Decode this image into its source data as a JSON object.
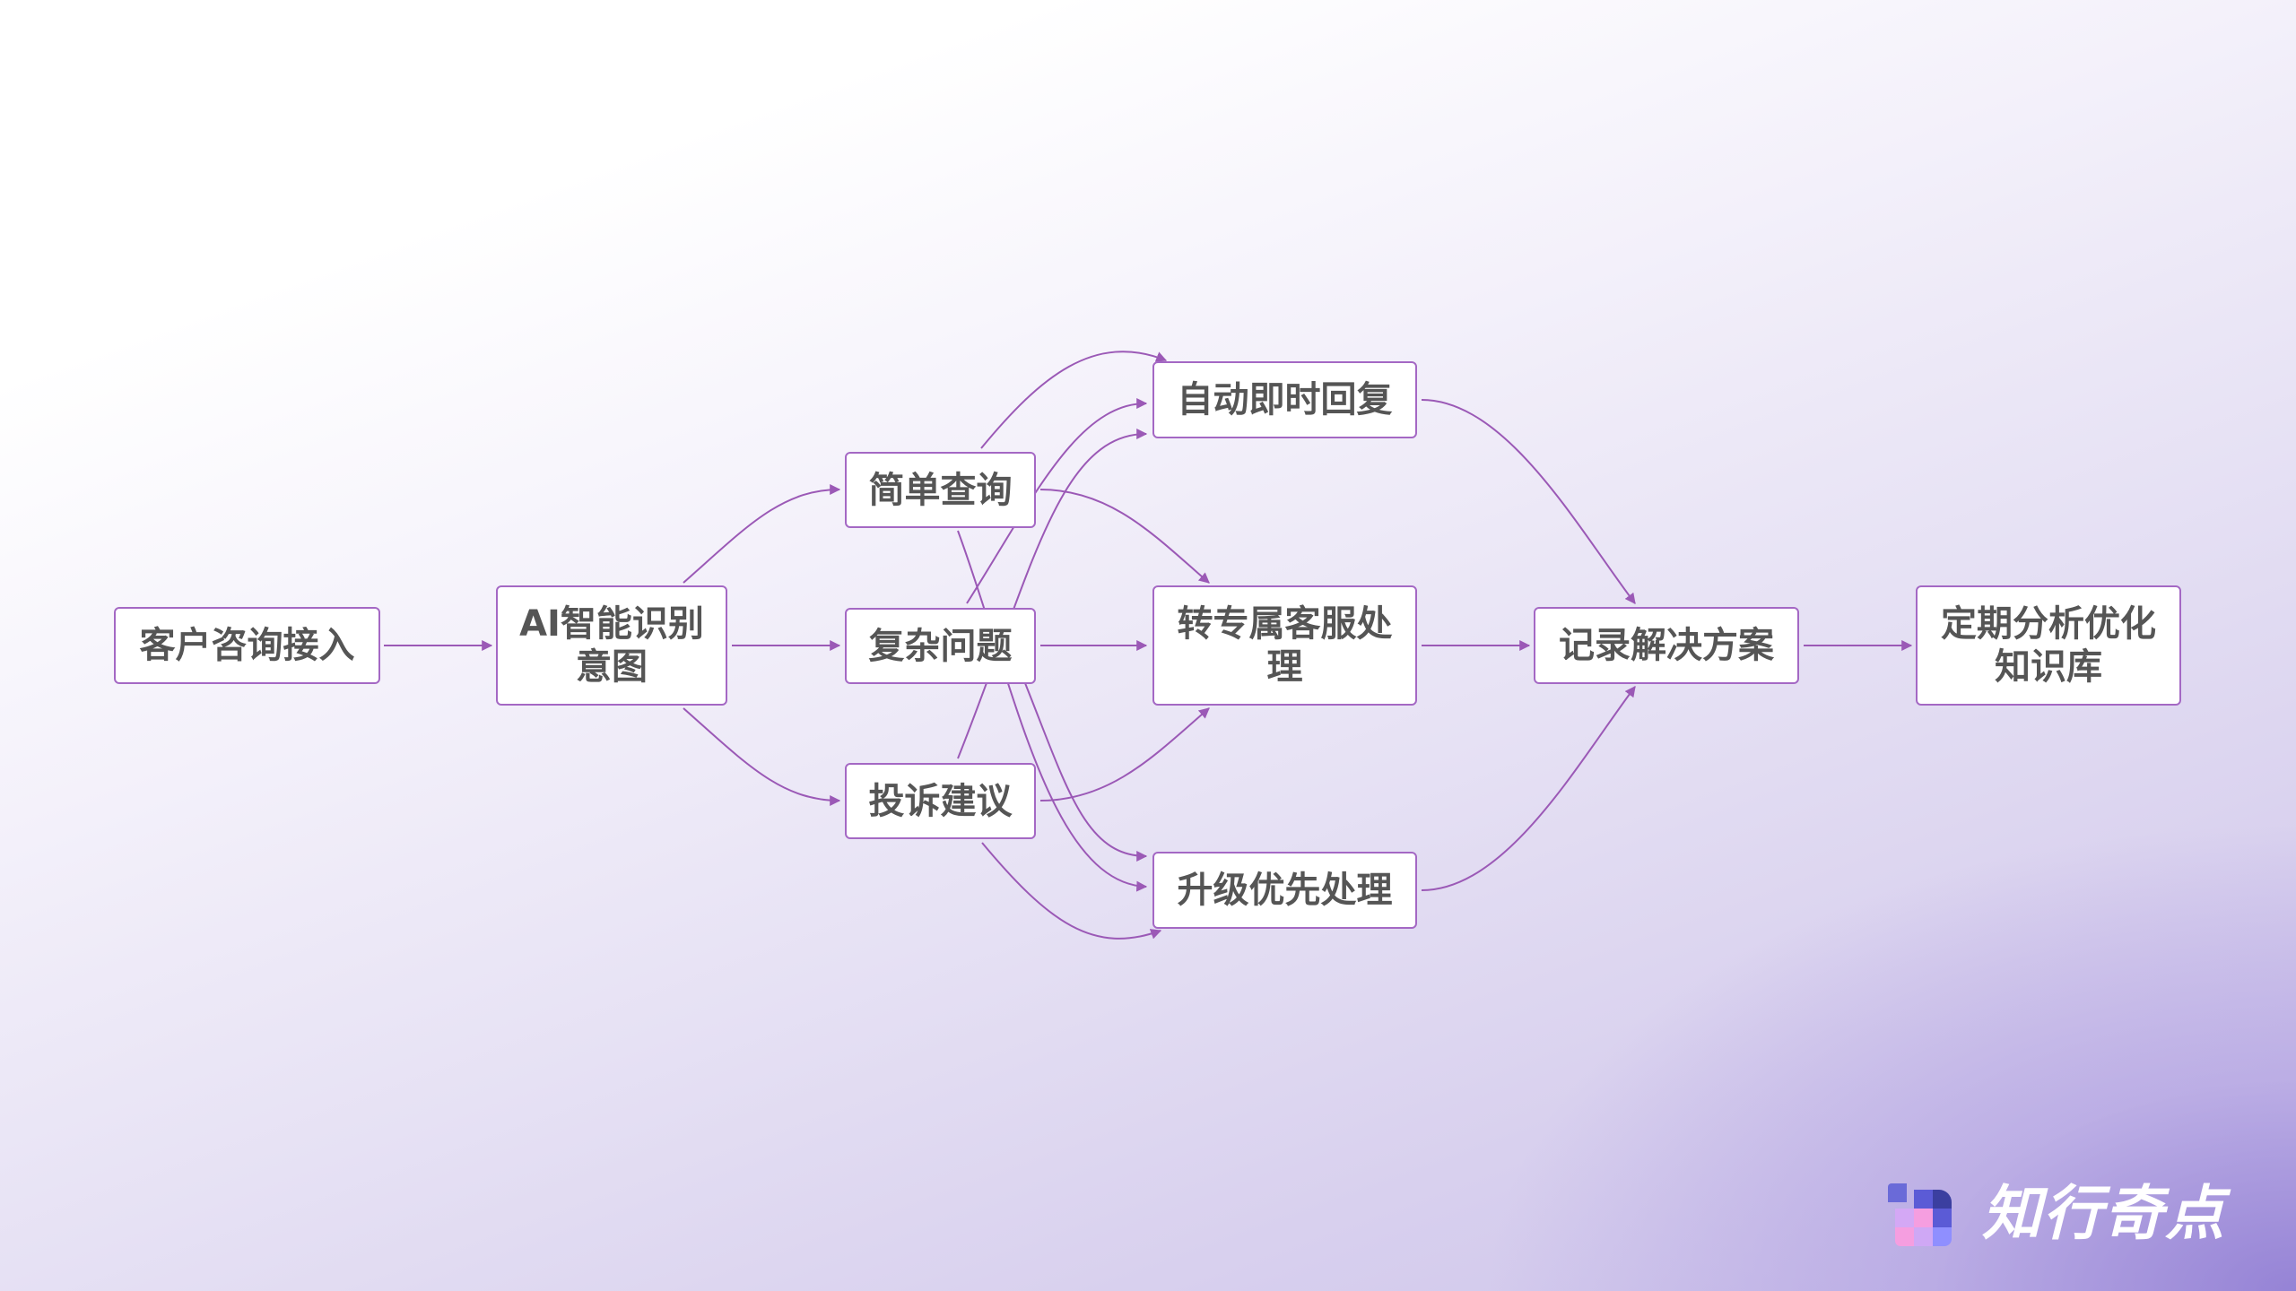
{
  "diagram": {
    "type": "flowchart",
    "title": "",
    "colors": {
      "edge": "#9b59b6",
      "node_border": "#a468c4",
      "node_fill": "#ffffff",
      "text": "#555555"
    },
    "nodes": [
      {
        "id": "n1",
        "label": "客户咨询接入"
      },
      {
        "id": "n2",
        "label": "AI智能识别意图"
      },
      {
        "id": "n3",
        "label": "简单查询"
      },
      {
        "id": "n4",
        "label": "复杂问题"
      },
      {
        "id": "n5",
        "label": "投诉建议"
      },
      {
        "id": "n6",
        "label": "自动即时回复"
      },
      {
        "id": "n7",
        "label": "转专属客服处理"
      },
      {
        "id": "n8",
        "label": "升级优先处理"
      },
      {
        "id": "n9",
        "label": "记录解决方案"
      },
      {
        "id": "n10",
        "label": "定期分析优化知识库"
      }
    ],
    "edges": [
      {
        "from": "客户咨询接入",
        "to": "AI智能识别意图"
      },
      {
        "from": "AI智能识别意图",
        "to": "简单查询"
      },
      {
        "from": "AI智能识别意图",
        "to": "复杂问题"
      },
      {
        "from": "AI智能识别意图",
        "to": "投诉建议"
      },
      {
        "from": "简单查询",
        "to": "自动即时回复"
      },
      {
        "from": "简单查询",
        "to": "转专属客服处理"
      },
      {
        "from": "简单查询",
        "to": "升级优先处理"
      },
      {
        "from": "复杂问题",
        "to": "自动即时回复"
      },
      {
        "from": "复杂问题",
        "to": "转专属客服处理"
      },
      {
        "from": "复杂问题",
        "to": "升级优先处理"
      },
      {
        "from": "投诉建议",
        "to": "自动即时回复"
      },
      {
        "from": "投诉建议",
        "to": "转专属客服处理"
      },
      {
        "from": "投诉建议",
        "to": "升级优先处理"
      },
      {
        "from": "自动即时回复",
        "to": "记录解决方案"
      },
      {
        "from": "转专属客服处理",
        "to": "记录解决方案"
      },
      {
        "from": "升级优先处理",
        "to": "记录解决方案"
      },
      {
        "from": "记录解决方案",
        "to": "定期分析优化知识库"
      }
    ]
  },
  "nodes": {
    "customer_intake": "客户咨询接入",
    "ai_intent_line1": "AI智能识别",
    "ai_intent_line2": "意图",
    "simple_query": "简单查询",
    "complex_issue": "复杂问题",
    "complaint": "投诉建议",
    "auto_reply": "自动即时回复",
    "dedicated_agent_line1": "转专属客服处",
    "dedicated_agent_line2": "理",
    "priority_escalation": "升级优先处理",
    "record_solution": "记录解决方案",
    "kb_optimize_line1": "定期分析优化",
    "kb_optimize_line2": "知识库"
  },
  "logo": {
    "icon": "pixel-d-logo-icon",
    "text": "知行奇点",
    "colors": [
      "#6a6ad8",
      "#5b5bd6",
      "#3b3fa0",
      "#d4a8f5",
      "#f59ee0",
      "#8f8fff"
    ]
  }
}
